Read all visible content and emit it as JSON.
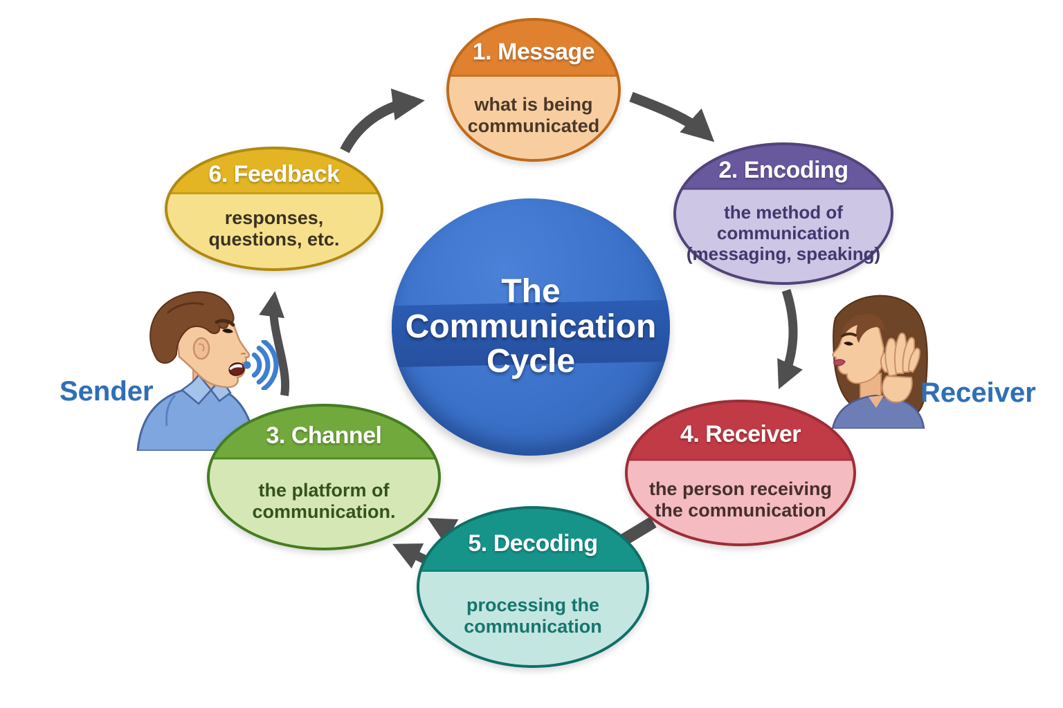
{
  "diagram": {
    "title": {
      "line1": "The",
      "line2": "Communication",
      "line3": "Cycle"
    },
    "center_colors": {
      "fill": "#3B71C9",
      "band": "#2B5CB3",
      "text": "#FFFFFF"
    },
    "arrow_color": "#4F4F50",
    "nodes": [
      {
        "id": "message",
        "label": "1. Message",
        "description": "what is being communicated",
        "top_color": "#E08130",
        "bottom_color": "#F8CEA0",
        "border_color": "#C06A1A"
      },
      {
        "id": "encoding",
        "label": "2. Encoding",
        "description": "the method of communication (messaging, speaking)",
        "top_color": "#68589E",
        "bottom_color": "#CDC6E4",
        "border_color": "#524379"
      },
      {
        "id": "channel",
        "label": "3. Channel",
        "description": "the platform of communication.",
        "top_color": "#71A93C",
        "bottom_color": "#D5E7B4",
        "border_color": "#457C20"
      },
      {
        "id": "receiver",
        "label": "4. Receiver",
        "description": "the person receiving the communication",
        "top_color": "#C03B46",
        "bottom_color": "#F4BBC0",
        "border_color": "#9C2D37"
      },
      {
        "id": "decoding",
        "label": "5. Decoding",
        "description": "processing the communication",
        "top_color": "#17948A",
        "bottom_color": "#C3E6E1",
        "border_color": "#0F6F66"
      },
      {
        "id": "feedback",
        "label": "6. Feedback",
        "description": "responses, questions, etc.",
        "top_color": "#E3B524",
        "bottom_color": "#F6E08C",
        "border_color": "#AE8A10"
      }
    ],
    "actors": [
      {
        "id": "sender",
        "label": "Sender",
        "label_color": "#2E6FB6"
      },
      {
        "id": "receiver",
        "label": "Receiver",
        "label_color": "#2E6FB6"
      }
    ]
  }
}
